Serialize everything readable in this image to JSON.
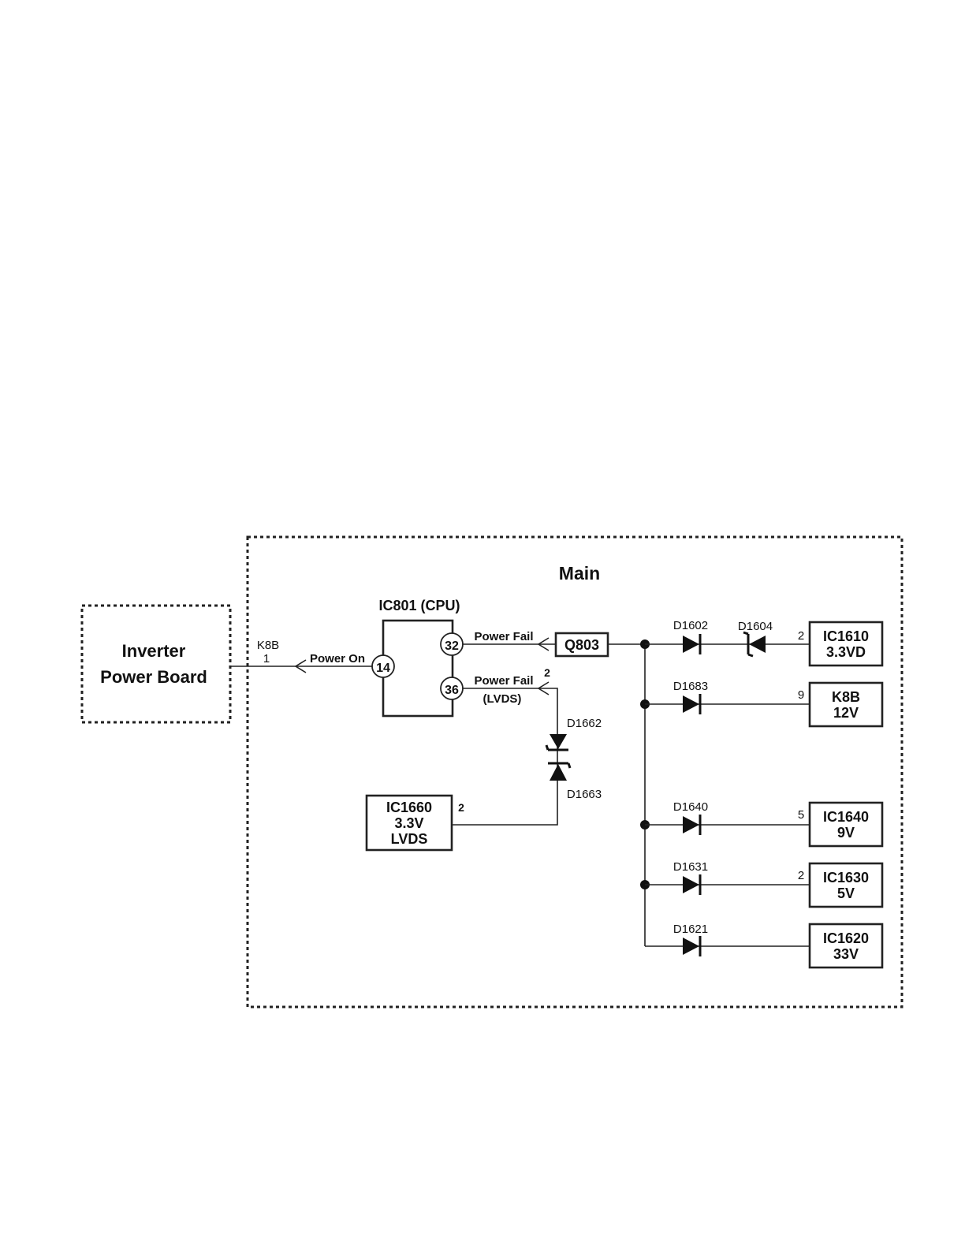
{
  "main_title": "Main",
  "inverter": {
    "line1": "Inverter",
    "line2": "Power Board"
  },
  "connector": {
    "name": "K8B",
    "pin": "1"
  },
  "cpu": {
    "label": "IC801 (CPU)",
    "pin_power_on": "14",
    "pin_power_fail": "32",
    "pin_power_fail_lvds": "36"
  },
  "signals": {
    "power_on": "Power On",
    "power_fail": "Power Fail",
    "power_fail_lvds": "Power Fail",
    "lvds_suffix": "(LVDS)",
    "lvds_pin": "2"
  },
  "q803": "Q803",
  "diodes": {
    "d1602": "D1602",
    "d1604": "D1604",
    "d1683": "D1683",
    "d1640": "D1640",
    "d1631": "D1631",
    "d1621": "D1621",
    "d1662": "D1662",
    "d1663": "D1663"
  },
  "ic1660": {
    "line1": "IC1660",
    "line2": "3.3V",
    "line3": "LVDS",
    "pin": "2"
  },
  "supplies": [
    {
      "name": "IC1610",
      "voltage": "3.3VD",
      "pin": "2"
    },
    {
      "name": "K8B",
      "voltage": "12V",
      "pin": "9"
    },
    {
      "name": "IC1640",
      "voltage": "9V",
      "pin": "5"
    },
    {
      "name": "IC1630",
      "voltage": "5V",
      "pin": "2"
    },
    {
      "name": "IC1620",
      "voltage": "33V",
      "pin": ""
    }
  ]
}
